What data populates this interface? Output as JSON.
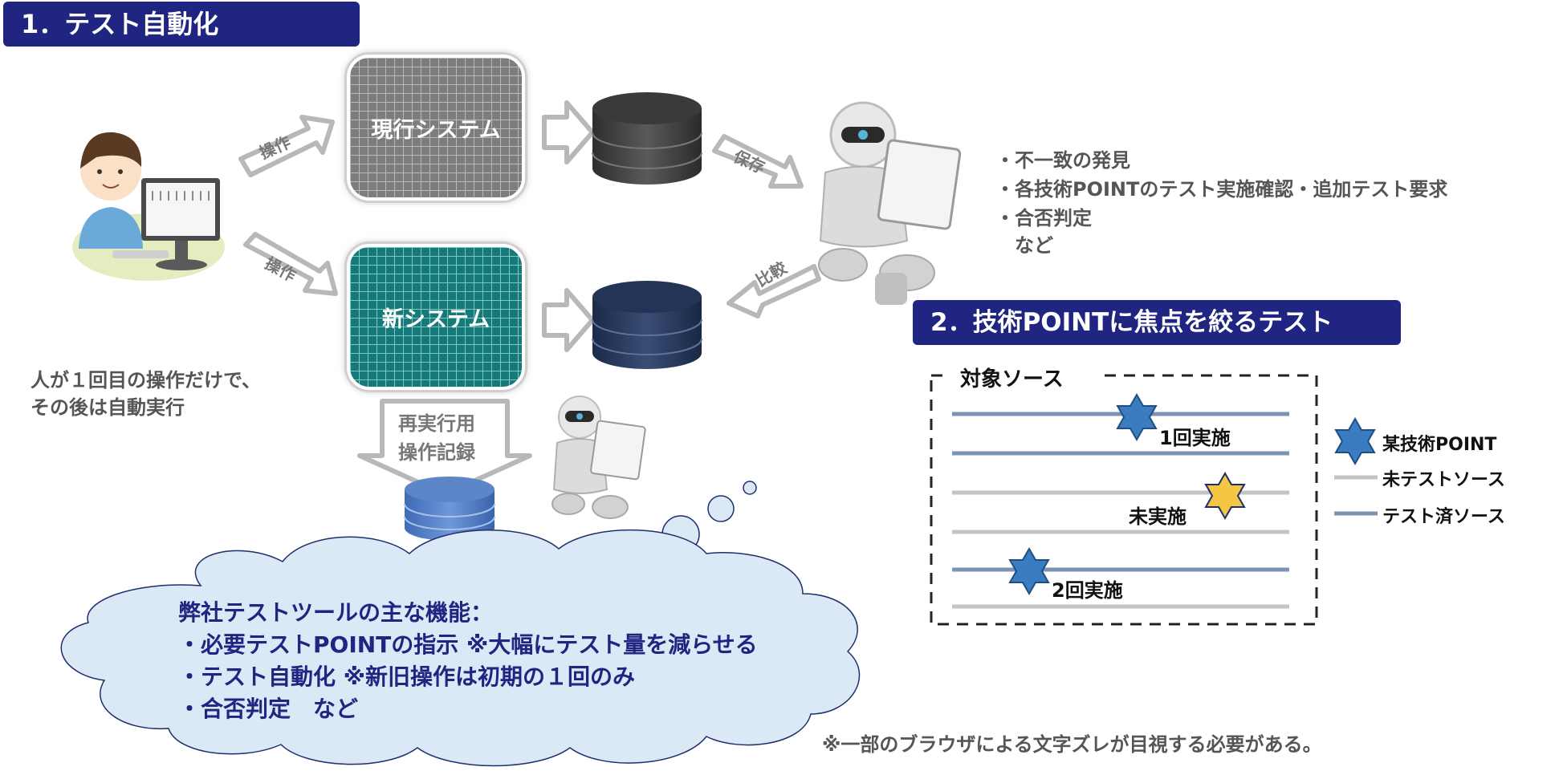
{
  "section1": {
    "title": "1．テスト自動化"
  },
  "section2": {
    "title": "2．技術POINTに焦点を絞るテスト"
  },
  "systems": {
    "current": "現行システム",
    "new": "新システム"
  },
  "arrows": {
    "operate_top": "操作",
    "operate_bottom": "操作",
    "save": "保存",
    "compare": "比較",
    "record_line1": "再実行用",
    "record_line2": "操作記録"
  },
  "human_caption": {
    "line1": "人が１回目の操作だけで、",
    "line2": "その後は自動実行"
  },
  "robot_tasks": {
    "line1": "・不一致の発見",
    "line2": "・各技術POINTのテスト実施確認・追加テスト要求",
    "line3": "・合否判定",
    "line4": "　など"
  },
  "cloud": {
    "line1": "弊社テストツールの主な機能：",
    "line2": "・必要テストPOINTの指示 ※大幅にテスト量を減らせる",
    "line3": "・テスト自動化 ※新旧操作は初期の１回のみ",
    "line4": "・合否判定　など"
  },
  "target_source": {
    "label": "対象ソース",
    "mark1": "1回実施",
    "mark2": "未実施",
    "mark3": "2回実施"
  },
  "legend": {
    "point": "某技術POINT",
    "untested": "未テストソース",
    "tested": "テスト済ソース"
  },
  "footnote": "※一部のブラウザによる文字ズレが目視する必要がある。",
  "colors": {
    "title_bg": "#1f2580",
    "tested_line": "#7d93b5",
    "untested_line": "#c4c4c4",
    "star_blue": "#3a7cc0",
    "star_yellow": "#f3c744",
    "cloud_fill": "#dbe8f5"
  }
}
